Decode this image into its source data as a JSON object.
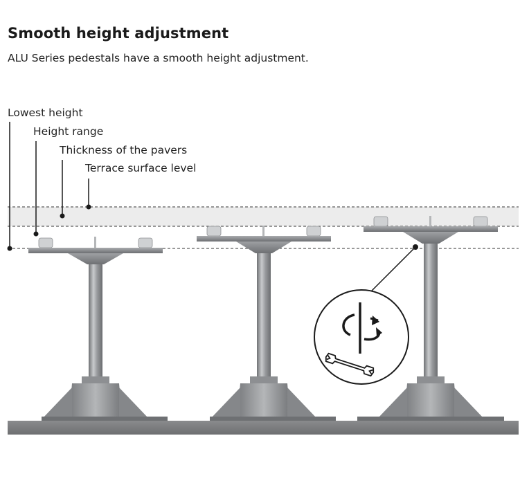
{
  "header": {
    "title": "Smooth height adjustment",
    "subtitle": "ALU Series pedestals have a smooth height adjustment."
  },
  "legend": {
    "lowest_height": "Lowest height",
    "height_range": "Height range",
    "paver_thickness": "Thickness of the pavers",
    "terrace_level": "Terrace surface level"
  },
  "colors": {
    "pedestal": "#8f9194",
    "pedestal_dark": "#6b6d70",
    "pedestal_light": "#c6c8ca",
    "ground": "#7d7e80",
    "paver_band": "#ececec",
    "lines": "#1a1a1a"
  },
  "icons": [
    "rotation-adjust-icon",
    "wrench-icon"
  ]
}
